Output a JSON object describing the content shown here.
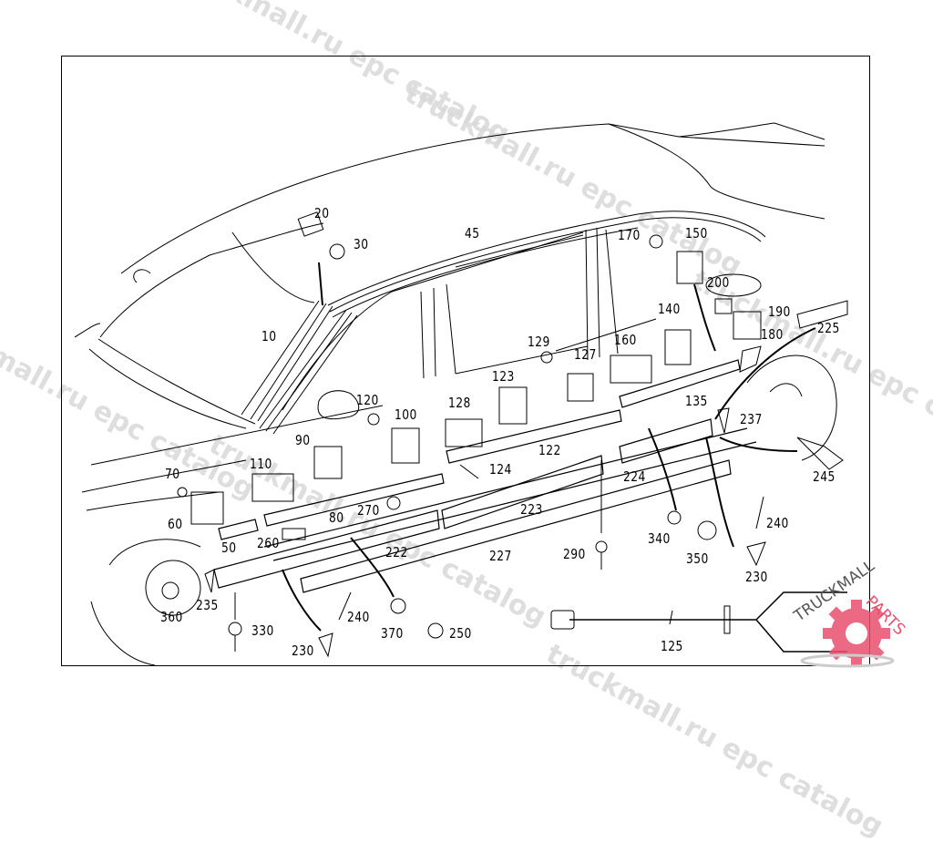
{
  "diagram": {
    "title": "Side trim moldings and fasteners - exploded parts diagram",
    "watermark": "truckmall.ru epc catalog",
    "brand": {
      "name_part1": "TRUCKMALL",
      "name_part2": "PARTS",
      "accent_color": "#e8506e",
      "text_color": "#555555"
    },
    "callouts": [
      {
        "id": "10",
        "label": "10"
      },
      {
        "id": "20",
        "label": "20"
      },
      {
        "id": "30",
        "label": "30"
      },
      {
        "id": "45",
        "label": "45"
      },
      {
        "id": "50",
        "label": "50"
      },
      {
        "id": "60",
        "label": "60"
      },
      {
        "id": "70",
        "label": "70"
      },
      {
        "id": "80",
        "label": "80"
      },
      {
        "id": "90",
        "label": "90"
      },
      {
        "id": "100",
        "label": "100"
      },
      {
        "id": "110",
        "label": "110"
      },
      {
        "id": "120",
        "label": "120"
      },
      {
        "id": "122",
        "label": "122"
      },
      {
        "id": "123",
        "label": "123"
      },
      {
        "id": "124",
        "label": "124"
      },
      {
        "id": "125",
        "label": "125"
      },
      {
        "id": "127",
        "label": "127"
      },
      {
        "id": "128",
        "label": "128"
      },
      {
        "id": "129",
        "label": "129"
      },
      {
        "id": "135",
        "label": "135"
      },
      {
        "id": "140",
        "label": "140"
      },
      {
        "id": "150",
        "label": "150"
      },
      {
        "id": "160",
        "label": "160"
      },
      {
        "id": "170",
        "label": "170"
      },
      {
        "id": "180",
        "label": "180"
      },
      {
        "id": "190",
        "label": "190"
      },
      {
        "id": "200",
        "label": "200"
      },
      {
        "id": "222",
        "label": "222"
      },
      {
        "id": "223",
        "label": "223"
      },
      {
        "id": "224",
        "label": "224"
      },
      {
        "id": "225",
        "label": "225"
      },
      {
        "id": "227",
        "label": "227"
      },
      {
        "id": "230a",
        "label": "230"
      },
      {
        "id": "230b",
        "label": "230"
      },
      {
        "id": "235",
        "label": "235"
      },
      {
        "id": "237",
        "label": "237"
      },
      {
        "id": "240a",
        "label": "240"
      },
      {
        "id": "240b",
        "label": "240"
      },
      {
        "id": "245",
        "label": "245"
      },
      {
        "id": "250",
        "label": "250"
      },
      {
        "id": "260",
        "label": "260"
      },
      {
        "id": "270",
        "label": "270"
      },
      {
        "id": "290",
        "label": "290"
      },
      {
        "id": "330",
        "label": "330"
      },
      {
        "id": "340",
        "label": "340"
      },
      {
        "id": "350",
        "label": "350"
      },
      {
        "id": "360",
        "label": "360"
      },
      {
        "id": "370",
        "label": "370"
      }
    ]
  }
}
